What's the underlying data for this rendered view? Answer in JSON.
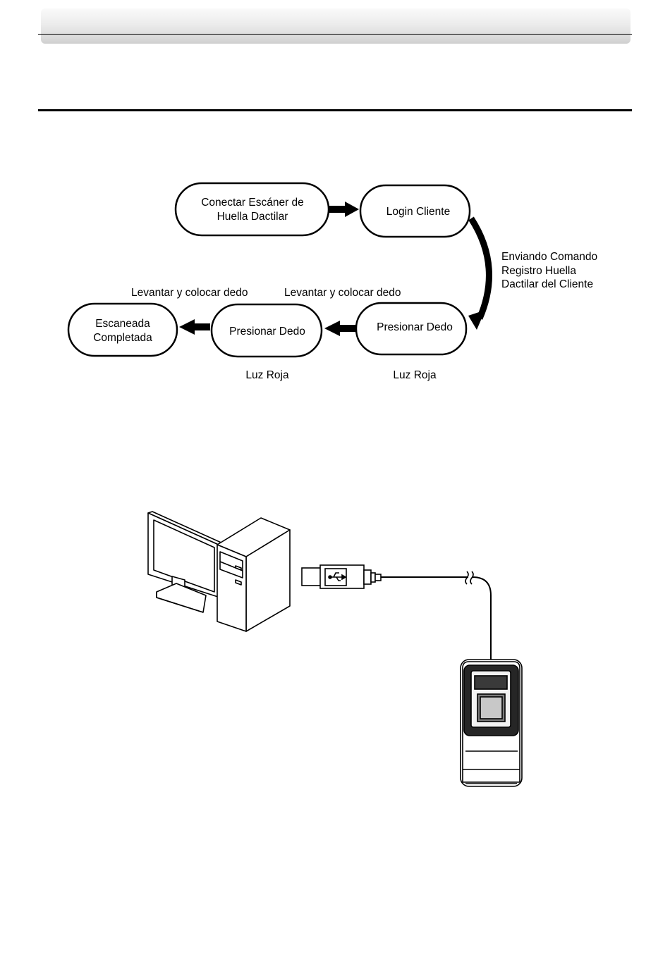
{
  "flow": {
    "node_connect_line1": "Conectar Escáner de",
    "node_connect_line2": "Huella Dactilar",
    "node_login": "Login Cliente",
    "node_press_right": "Presionar Dedo",
    "node_press_middle": "Presionar Dedo",
    "node_done_line1": "Escaneada",
    "node_done_line2": "Completada",
    "sending_line1": "Enviando Comando",
    "sending_line2": "Registro Huella",
    "sending_line3": "Dactilar del Cliente",
    "lift_place_left": "Levantar y colocar dedo",
    "lift_place_right": "Levantar y colocar dedo",
    "red_light_middle": "Luz Roja",
    "red_light_right": "Luz Roja"
  }
}
